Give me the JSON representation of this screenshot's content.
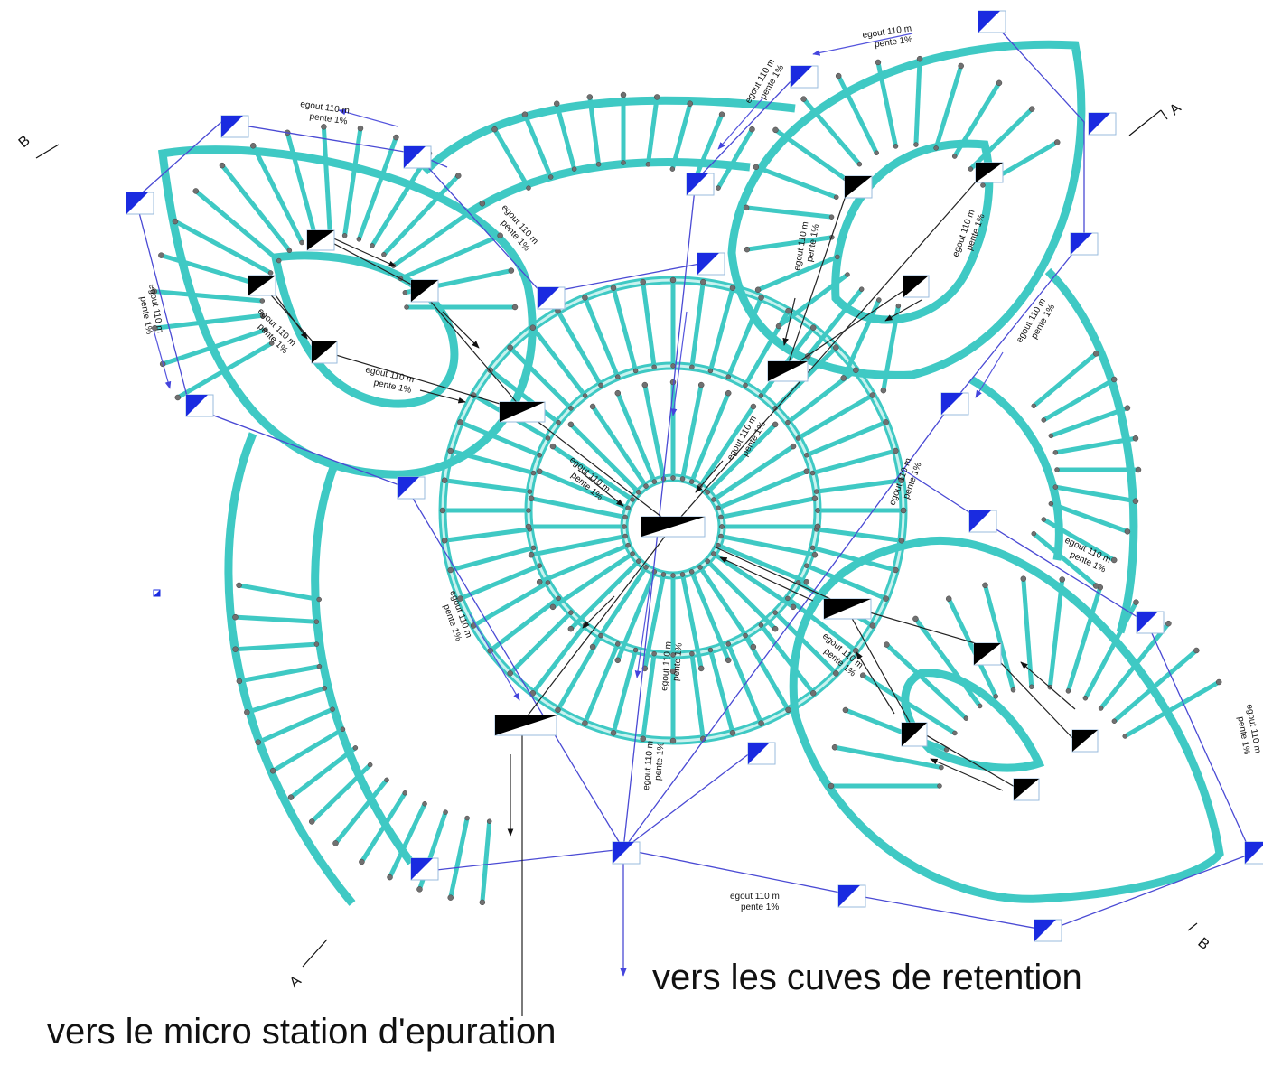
{
  "pipe_label": {
    "line1": "egout  110 m",
    "line2": "pente 1%"
  },
  "section_marks": {
    "a": "A",
    "b": "B"
  },
  "outlets": {
    "retention": "vers les cuves de retention",
    "treatment": "vers le micro station d'epuration"
  },
  "colors": {
    "deck": "#3fc9c4",
    "pipe": "#4a4ad4",
    "manhole_fill": "#1a2be0",
    "chamber": "#000000"
  }
}
